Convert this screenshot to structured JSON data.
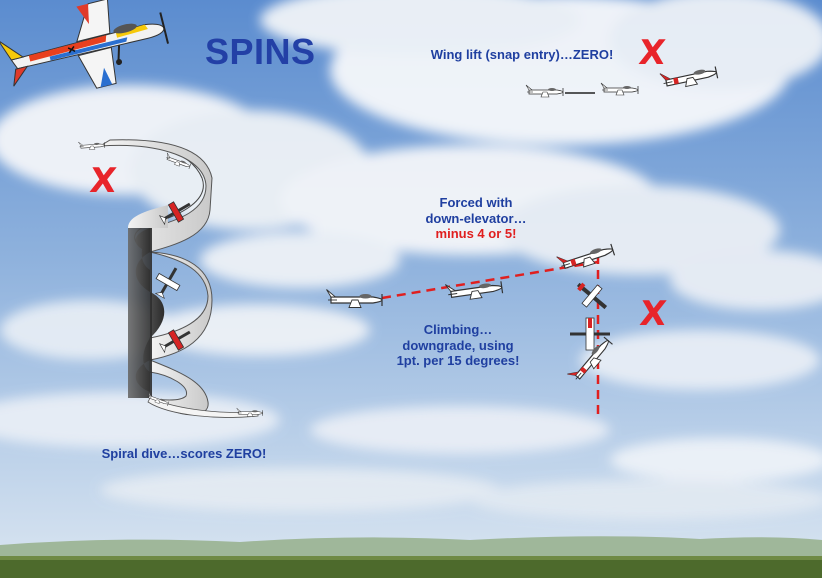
{
  "title": "SPINS",
  "labels": {
    "wing_lift": "Wing lift (snap entry)…ZERO!",
    "forced_line1": "Forced with",
    "forced_line2": "down-elevator…",
    "forced_line3": "minus 4 or 5!",
    "climb_line1": "Climbing…",
    "climb_line2": "downgrade, using",
    "climb_line3": "1pt. per 15 degrees!",
    "spiral": "Spiral dive…scores ZERO!"
  },
  "marks": {
    "x_symbol": "X"
  },
  "colors": {
    "label_blue": "#1f3fa0",
    "accent_red": "#e01f1f",
    "sky_top": "#5f8fd0",
    "ground": "#4d6a2c"
  },
  "icons": [
    "aerobatic-plane-icon",
    "cross-mark-icon",
    "airplane-icon"
  ]
}
